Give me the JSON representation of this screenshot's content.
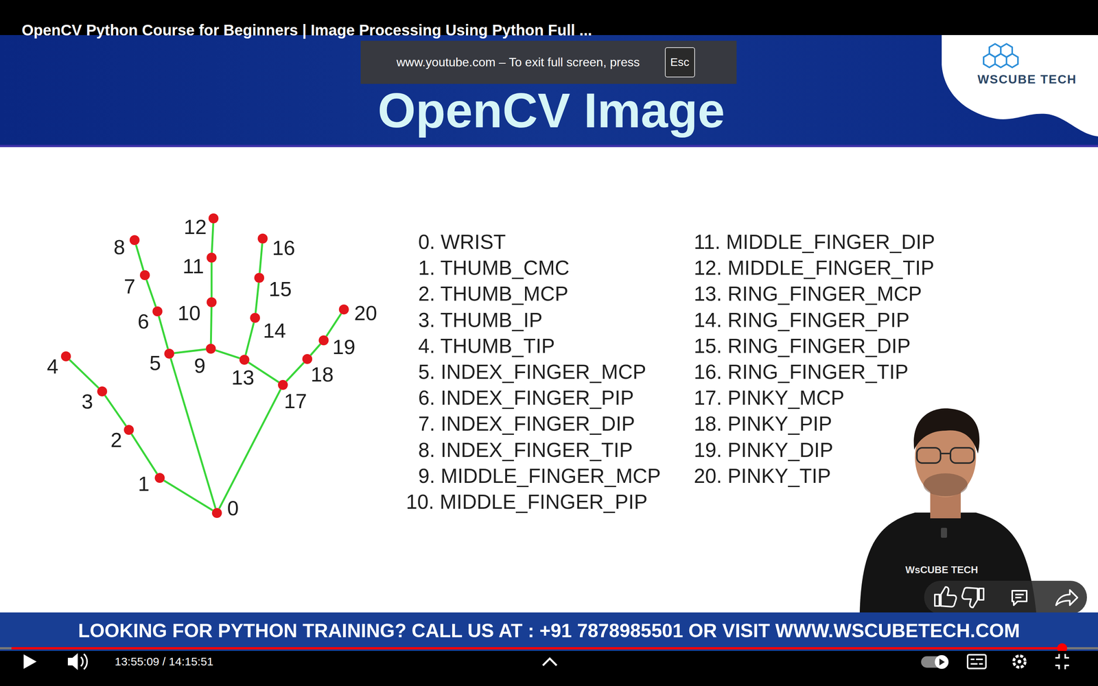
{
  "diagram": {
    "title": "OpenCV Image",
    "nodes": [
      {
        "text": [
          "0"
        ]
      },
      {
        "text": [
          "1"
        ]
      },
      {
        "text": [
          "2"
        ]
      },
      {
        "text": [
          "3"
        ]
      },
      {
        "text": [
          "4"
        ]
      },
      {
        "text": [
          "5"
        ]
      },
      {
        "text": [
          "6"
        ]
      },
      {
        "text": [
          "7"
        ]
      },
      {
        "text": [
          "8"
        ]
      },
      {
        "text": [
          "9"
        ]
      },
      {
        "text": [
          "10"
        ]
      },
      {
        "text": [
          "11"
        ]
      },
      {
        "text": [
          "12"
        ]
      },
      {
        "text": [
          "13"
        ]
      },
      {
        "text": [
          "14"
        ]
      },
      {
        "text": [
          "15"
        ]
      },
      {
        "text": [
          "16"
        ]
      },
      {
        "text": [
          "17"
        ]
      },
      {
        "text": [
          "18"
        ]
      },
      {
        "text": [
          "19"
        ]
      },
      {
        "text": [
          "20"
        ]
      }
    ],
    "edges": [
      {
        "from": 0,
        "to": 1,
        "arrow": "none"
      },
      {
        "from": 1,
        "to": 2,
        "arrow": "none"
      },
      {
        "from": 2,
        "to": 3,
        "arrow": "none"
      },
      {
        "from": 3,
        "to": 4,
        "arrow": "none"
      },
      {
        "from": 0,
        "to": 5,
        "arrow": "none"
      },
      {
        "from": 5,
        "to": 6,
        "arrow": "none"
      },
      {
        "from": 6,
        "to": 7,
        "arrow": "none"
      },
      {
        "from": 7,
        "to": 8,
        "arrow": "none"
      },
      {
        "from": 5,
        "to": 9,
        "arrow": "none"
      },
      {
        "from": 9,
        "to": 10,
        "arrow": "none"
      },
      {
        "from": 10,
        "to": 11,
        "arrow": "none"
      },
      {
        "from": 11,
        "to": 12,
        "arrow": "none"
      },
      {
        "from": 9,
        "to": 13,
        "arrow": "none"
      },
      {
        "from": 13,
        "to": 14,
        "arrow": "none"
      },
      {
        "from": 14,
        "to": 15,
        "arrow": "none"
      },
      {
        "from": 15,
        "to": 16,
        "arrow": "none"
      },
      {
        "from": 13,
        "to": 17,
        "arrow": "none"
      },
      {
        "from": 0,
        "to": 17,
        "arrow": "none"
      },
      {
        "from": 17,
        "to": 18,
        "arrow": "none"
      },
      {
        "from": 18,
        "to": 19,
        "arrow": "none"
      },
      {
        "from": 19,
        "to": 20,
        "arrow": "none"
      }
    ],
    "labels": [
      "OpenCV Python Course for Beginners | Image Processing Using Python Full ...",
      "www.youtube.com – To exit full screen, press",
      "Esc",
      "WSCUBE TECH",
      "0. WRIST",
      "1. THUMB_CMC",
      "2. THUMB_MCP",
      "3. THUMB_IP",
      "4. THUMB_TIP",
      "5. INDEX_FINGER_MCP",
      "6. INDEX_FINGER_PIP",
      "7. INDEX_FINGER_DIP",
      "8. INDEX_FINGER_TIP",
      "9. MIDDLE_FINGER_MCP",
      "10. MIDDLE_FINGER_PIP",
      "11. MIDDLE_FINGER_DIP",
      "12. MIDDLE_FINGER_TIP",
      "13. RING_FINGER_MCP",
      "14. RING_FINGER_PIP",
      "15. RING_FINGER_DIP",
      "16. RING_FINGER_TIP",
      "17. PINKY_MCP",
      "18. PINKY_PIP",
      "19. PINKY_DIP",
      "20. PINKY_TIP",
      "WsCUBE TECH",
      "LOOKING FOR PYTHON TRAINING? CALL US AT : +91 7878985501 OR VISIT WWW.WSCUBETECH.COM",
      "13:55:09 / 14:15:51"
    ]
  }
}
